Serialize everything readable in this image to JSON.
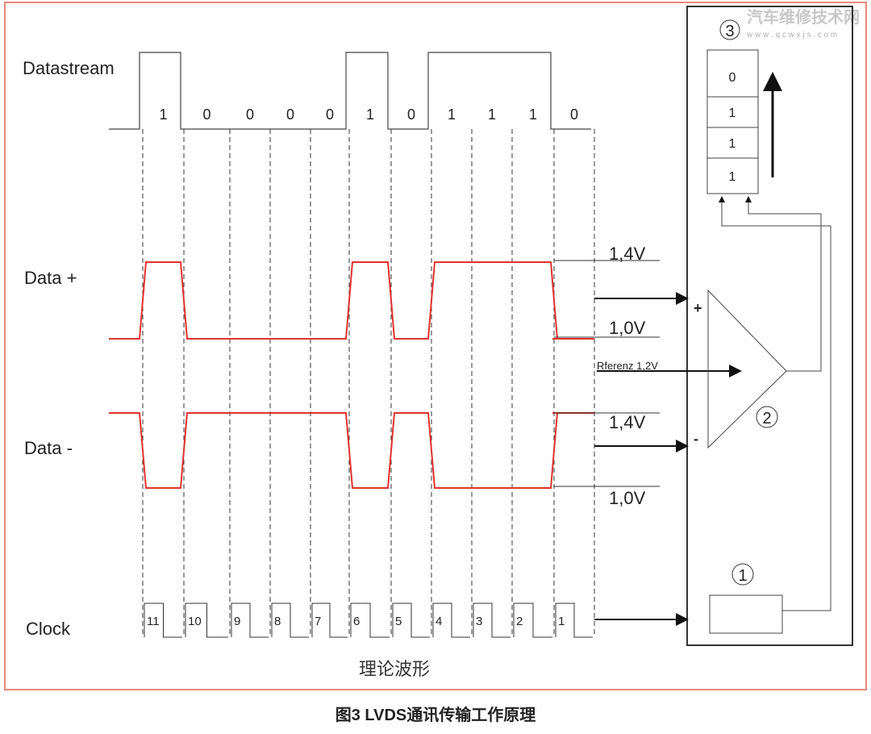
{
  "caption": "图3 LVDS通讯传输工作原理",
  "subtitle": "理论波形",
  "watermark": {
    "cn": "汽车维修技术网",
    "url": "w w w . q c w x j s . c o m"
  },
  "labels": {
    "datastream": "Datastream",
    "data_plus": "Data +",
    "data_minus": "Data -",
    "clock": "Clock",
    "v_high": "1,4V",
    "v_low": "1,0V",
    "reference": "Rferenz 1,2V",
    "plus": "+",
    "minus": "-"
  },
  "bits": [
    "1",
    "0",
    "0",
    "0",
    "0",
    "1",
    "0",
    "1",
    "1",
    "1",
    "0"
  ],
  "clock_numbers": [
    "11",
    "10",
    "9",
    "8",
    "7",
    "6",
    "5",
    "4",
    "3",
    "2",
    "1"
  ],
  "register": [
    "0",
    "1",
    "1",
    "1"
  ],
  "callouts": {
    "register": "3",
    "comparator": "2",
    "clock_unit": "1"
  },
  "colors": {
    "signal": "#e0322e",
    "border": "#e88a80"
  }
}
